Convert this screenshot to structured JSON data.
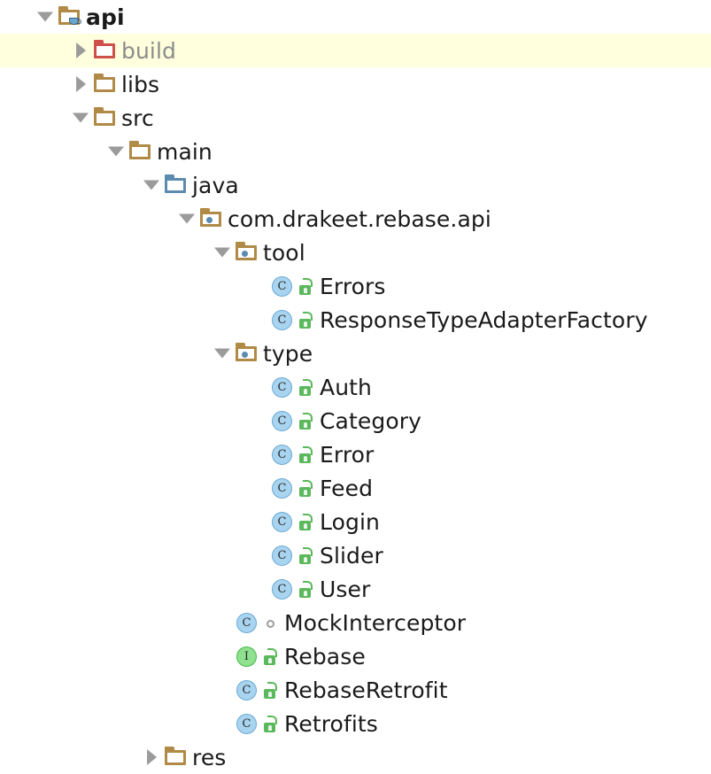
{
  "theme": {
    "background": "#ffffff",
    "highlight_row_background": "#ffffdd",
    "folder_brown": "#b08a46",
    "folder_red": "#cf4f4a",
    "folder_blue": "#5b8cb0",
    "class_badge_blue": "#a8d4f0",
    "interface_badge_green": "#8fe08f",
    "public_lock_green": "#5cb85c",
    "twisty_gray": "#9b9b9b",
    "text_color": "#1a1a1a",
    "muted_text_color": "#8c8c8c"
  },
  "tree": {
    "name": "project-file-tree",
    "rows": [
      {
        "label": "api",
        "depth": 0,
        "twisty": "expanded",
        "icon": "java-module-folder-icon",
        "visibility": null,
        "bold": true,
        "muted": false,
        "highlight": false
      },
      {
        "label": "build",
        "depth": 1,
        "twisty": "collapsed",
        "icon": "excluded-folder-icon",
        "visibility": null,
        "bold": false,
        "muted": true,
        "highlight": true
      },
      {
        "label": "libs",
        "depth": 1,
        "twisty": "collapsed",
        "icon": "folder-icon",
        "visibility": null,
        "bold": false,
        "muted": false,
        "highlight": false
      },
      {
        "label": "src",
        "depth": 1,
        "twisty": "expanded",
        "icon": "folder-icon",
        "visibility": null,
        "bold": false,
        "muted": false,
        "highlight": false
      },
      {
        "label": "main",
        "depth": 2,
        "twisty": "expanded",
        "icon": "folder-icon",
        "visibility": null,
        "bold": false,
        "muted": false,
        "highlight": false
      },
      {
        "label": "java",
        "depth": 3,
        "twisty": "expanded",
        "icon": "source-root-folder-icon",
        "visibility": null,
        "bold": false,
        "muted": false,
        "highlight": false
      },
      {
        "label": "com.drakeet.rebase.api",
        "depth": 4,
        "twisty": "expanded",
        "icon": "package-folder-icon",
        "visibility": null,
        "bold": false,
        "muted": false,
        "highlight": false
      },
      {
        "label": "tool",
        "depth": 5,
        "twisty": "expanded",
        "icon": "package-folder-icon",
        "visibility": null,
        "bold": false,
        "muted": false,
        "highlight": false
      },
      {
        "label": "Errors",
        "depth": 6,
        "twisty": "none",
        "icon": "class-icon",
        "visibility": "public-unlocked-icon",
        "bold": false,
        "muted": false,
        "highlight": false
      },
      {
        "label": "ResponseTypeAdapterFactory",
        "depth": 6,
        "twisty": "none",
        "icon": "class-icon",
        "visibility": "public-unlocked-icon",
        "bold": false,
        "muted": false,
        "highlight": false
      },
      {
        "label": "type",
        "depth": 5,
        "twisty": "expanded",
        "icon": "package-folder-icon",
        "visibility": null,
        "bold": false,
        "muted": false,
        "highlight": false
      },
      {
        "label": "Auth",
        "depth": 6,
        "twisty": "none",
        "icon": "class-icon",
        "visibility": "public-unlocked-icon",
        "bold": false,
        "muted": false,
        "highlight": false
      },
      {
        "label": "Category",
        "depth": 6,
        "twisty": "none",
        "icon": "class-icon",
        "visibility": "public-unlocked-icon",
        "bold": false,
        "muted": false,
        "highlight": false
      },
      {
        "label": "Error",
        "depth": 6,
        "twisty": "none",
        "icon": "class-icon",
        "visibility": "public-unlocked-icon",
        "bold": false,
        "muted": false,
        "highlight": false
      },
      {
        "label": "Feed",
        "depth": 6,
        "twisty": "none",
        "icon": "class-icon",
        "visibility": "public-unlocked-icon",
        "bold": false,
        "muted": false,
        "highlight": false
      },
      {
        "label": "Login",
        "depth": 6,
        "twisty": "none",
        "icon": "class-icon",
        "visibility": "public-unlocked-icon",
        "bold": false,
        "muted": false,
        "highlight": false
      },
      {
        "label": "Slider",
        "depth": 6,
        "twisty": "none",
        "icon": "class-icon",
        "visibility": "public-unlocked-icon",
        "bold": false,
        "muted": false,
        "highlight": false
      },
      {
        "label": "User",
        "depth": 6,
        "twisty": "none",
        "icon": "class-icon",
        "visibility": "public-unlocked-icon",
        "bold": false,
        "muted": false,
        "highlight": false
      },
      {
        "label": "MockInterceptor",
        "depth": 5,
        "twisty": "none",
        "icon": "class-icon",
        "visibility": "package-private-icon",
        "bold": false,
        "muted": false,
        "highlight": false
      },
      {
        "label": "Rebase",
        "depth": 5,
        "twisty": "none",
        "icon": "interface-icon",
        "visibility": "public-unlocked-icon",
        "bold": false,
        "muted": false,
        "highlight": false
      },
      {
        "label": "RebaseRetrofit",
        "depth": 5,
        "twisty": "none",
        "icon": "class-icon",
        "visibility": "public-unlocked-icon",
        "bold": false,
        "muted": false,
        "highlight": false
      },
      {
        "label": "Retrofits",
        "depth": 5,
        "twisty": "none",
        "icon": "class-icon",
        "visibility": "public-unlocked-icon",
        "bold": false,
        "muted": false,
        "highlight": false
      },
      {
        "label": "res",
        "depth": 3,
        "twisty": "collapsed",
        "icon": "folder-icon",
        "visibility": null,
        "bold": false,
        "muted": false,
        "highlight": false
      }
    ]
  },
  "glyphs": {
    "class_letter": "C",
    "interface_letter": "I"
  }
}
